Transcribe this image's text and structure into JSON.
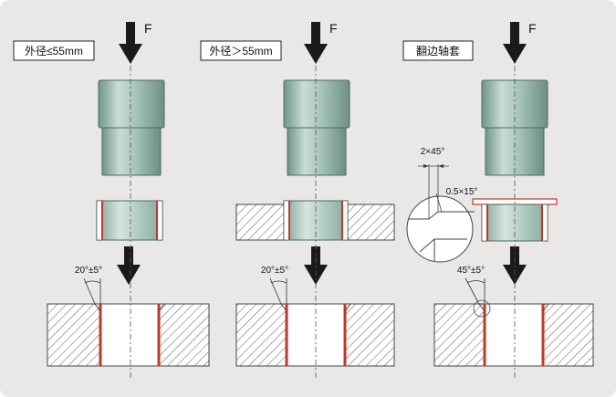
{
  "panels": [
    {
      "label": "外径≤55mm",
      "force": "F",
      "angle": "20°±5°"
    },
    {
      "label": "外径＞55mm",
      "force": "F",
      "angle": "20°±5°"
    },
    {
      "label": "翻边轴套",
      "force": "F",
      "angle": "45°±5°",
      "chamfer": "2×45°",
      "detail": "0.5×15°"
    }
  ],
  "colors": {
    "background": "#e9e8e6",
    "bushing_red": "#c0392b",
    "arrow": "#1a1a1a",
    "pin": "#8fb1a4"
  }
}
